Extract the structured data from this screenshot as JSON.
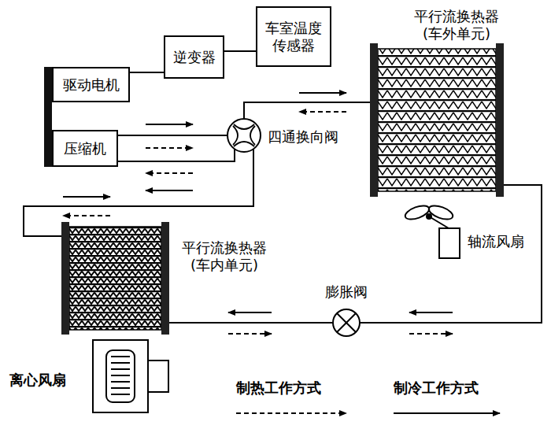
{
  "diagram": {
    "nodes": [
      {
        "text": [
          "逆变器"
        ]
      },
      {
        "text": [
          "车室温度 传感器"
        ]
      },
      {
        "text": [
          "平行流换热器 (车外单元)"
        ]
      },
      {
        "text": [
          "驱动电机"
        ]
      },
      {
        "text": [
          "压缩机"
        ]
      },
      {
        "text": [
          "四通换向阀"
        ]
      },
      {
        "text": [
          "轴流风扇"
        ]
      },
      {
        "text": [
          "平行流换热器 (车内单元)"
        ]
      },
      {
        "text": [
          "膨胀阀"
        ]
      },
      {
        "text": [
          "离心风扇"
        ]
      }
    ],
    "edges": [
      {
        "from": 3,
        "to": 0,
        "arrow": "none"
      },
      {
        "from": 0,
        "to": 1,
        "arrow": "none"
      },
      {
        "from": 4,
        "to": 5,
        "arrow": "none"
      },
      {
        "from": 4,
        "to": 5,
        "arrow": "none"
      },
      {
        "from": 5,
        "to": 2,
        "arrow": "none"
      },
      {
        "from": 5,
        "to": 7,
        "arrow": "none"
      },
      {
        "from": 2,
        "to": 8,
        "arrow": "none"
      },
      {
        "from": 8,
        "to": 7,
        "arrow": "none"
      }
    ],
    "legend": [
      {
        "text": "制热工作方式"
      },
      {
        "text": "制冷工作方式"
      }
    ]
  }
}
